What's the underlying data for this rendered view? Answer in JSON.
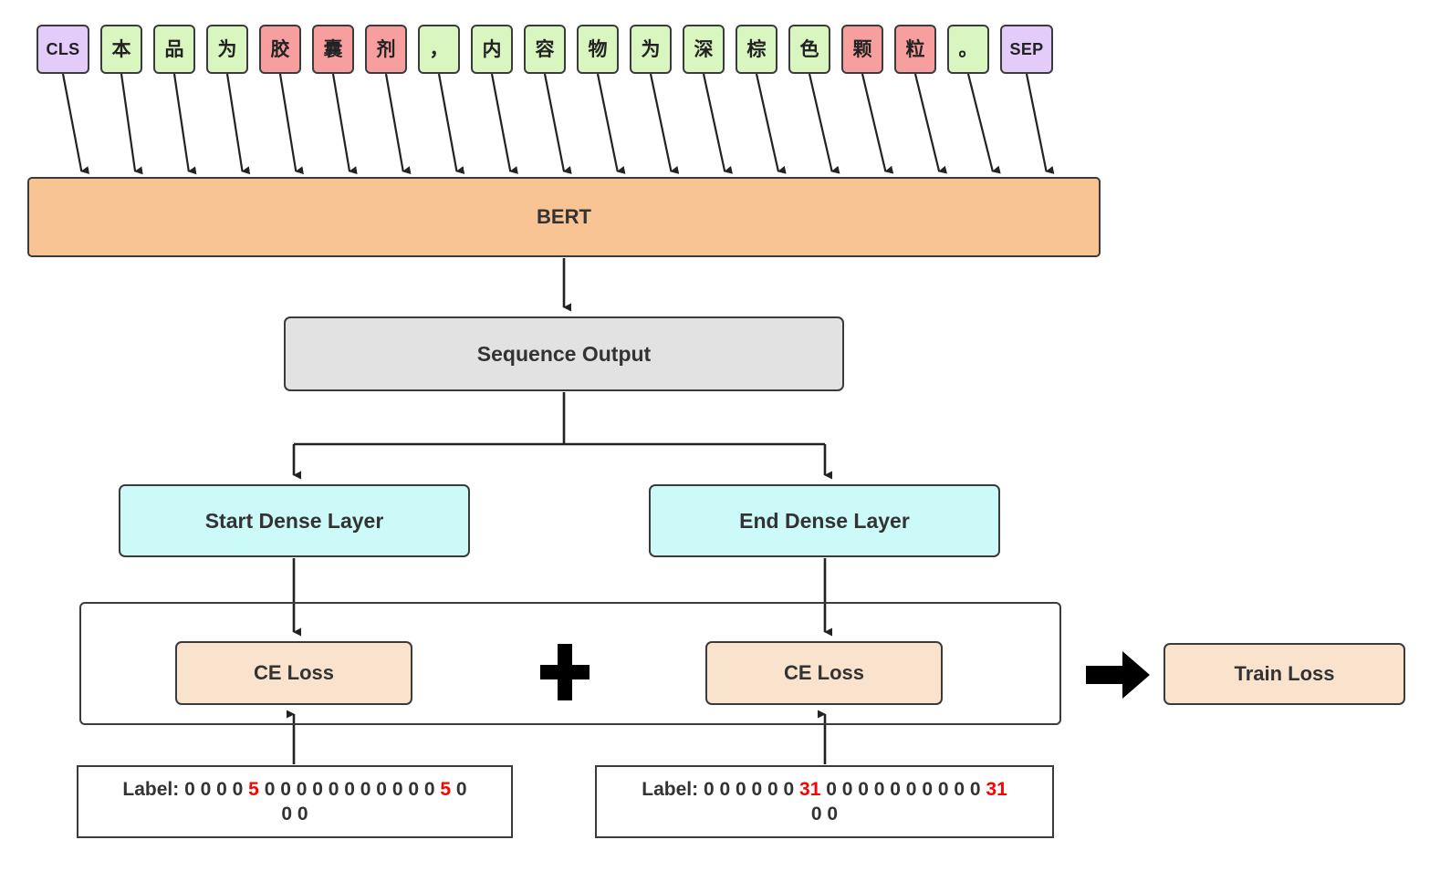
{
  "diagram": {
    "title": "BERT span extraction training diagram",
    "colors": {
      "token_normal": "#d9f5c0",
      "token_highlight": "#f79f9f",
      "token_special": "#e3ccfa",
      "bert": "#f9c493",
      "sequence_output": "#e2e2e2",
      "dense_layer": "#ccfaf9",
      "loss": "#fae3cc",
      "highlight_text": "#ff0000",
      "stroke": "#3b3b3b"
    },
    "tokens": [
      {
        "text": "CLS",
        "kind": "special"
      },
      {
        "text": "本",
        "kind": "normal"
      },
      {
        "text": "品",
        "kind": "normal"
      },
      {
        "text": "为",
        "kind": "normal"
      },
      {
        "text": "胶",
        "kind": "highlight"
      },
      {
        "text": "囊",
        "kind": "highlight"
      },
      {
        "text": "剂",
        "kind": "highlight"
      },
      {
        "text": "，",
        "kind": "normal"
      },
      {
        "text": "内",
        "kind": "normal"
      },
      {
        "text": "容",
        "kind": "normal"
      },
      {
        "text": "物",
        "kind": "normal"
      },
      {
        "text": "为",
        "kind": "normal"
      },
      {
        "text": "深",
        "kind": "normal"
      },
      {
        "text": "棕",
        "kind": "normal"
      },
      {
        "text": "色",
        "kind": "normal"
      },
      {
        "text": "颗",
        "kind": "highlight"
      },
      {
        "text": "粒",
        "kind": "highlight"
      },
      {
        "text": "。",
        "kind": "normal"
      },
      {
        "text": "SEP",
        "kind": "special"
      }
    ],
    "nodes": {
      "bert": "BERT",
      "sequence_output": "Sequence Output",
      "start_dense": "Start Dense Layer",
      "end_dense": "End Dense Layer",
      "ce_loss_start": "CE Loss",
      "ce_loss_end": "CE Loss",
      "train_loss": "Train Loss",
      "plus": "+",
      "arrow": "→"
    },
    "labels": {
      "start": {
        "prefix": "Label:",
        "line1_before": "0 0 0 0",
        "line1_hl1": "5",
        "line1_mid": "0 0 0 0 0 0 0 0 0 0 0",
        "line1_hl2": "5",
        "line1_after": "0",
        "line2": "0 0"
      },
      "end": {
        "prefix": "Label:",
        "line1_before": "0 0 0 0 0 0",
        "line1_hl1": "31",
        "line1_mid": "0 0 0 0 0 0 0 0 0 0",
        "line1_hl2": "31",
        "line1_after": "",
        "line2": "0 0"
      }
    }
  }
}
